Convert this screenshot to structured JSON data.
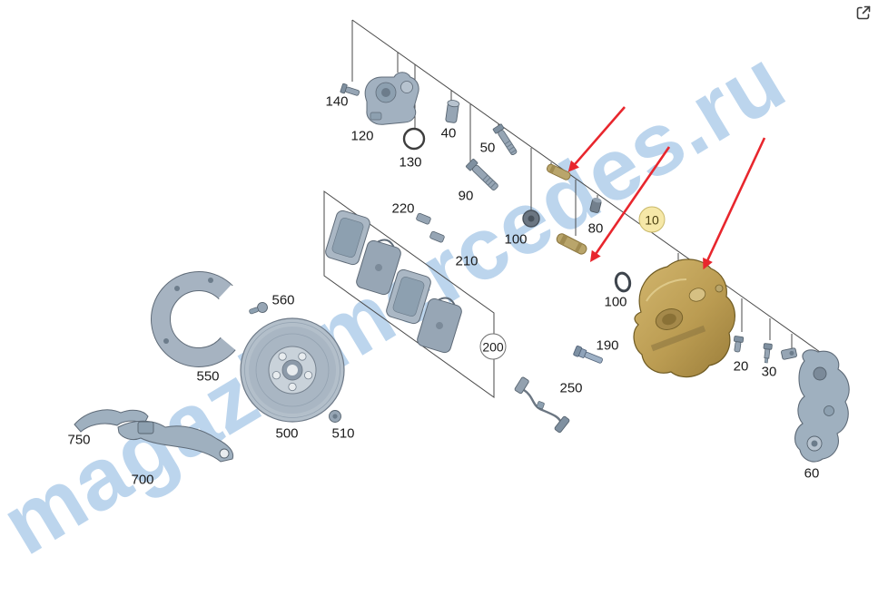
{
  "page": {
    "watermark": "magazinmercedes.ru"
  },
  "diagram": {
    "labels": [
      {
        "text": "140"
      },
      {
        "text": "120"
      },
      {
        "text": "130"
      },
      {
        "text": "40"
      },
      {
        "text": "50"
      },
      {
        "text": "90"
      },
      {
        "text": "100"
      },
      {
        "text": "220"
      },
      {
        "text": "210"
      },
      {
        "text": "80"
      },
      {
        "text": "100"
      },
      {
        "text": "190"
      },
      {
        "text": "250"
      },
      {
        "text": "20"
      },
      {
        "text": "30"
      },
      {
        "text": "60"
      },
      {
        "text": "560"
      },
      {
        "text": "550"
      },
      {
        "text": "500"
      },
      {
        "text": "510"
      },
      {
        "text": "750"
      },
      {
        "text": "700"
      }
    ],
    "callouts": [
      {
        "text": "10"
      },
      {
        "text": "200"
      }
    ],
    "colors": {
      "arrow_red": "#e8262d",
      "callout_highlight_fill": "#f6e8a8",
      "callout_highlight_border": "#c9b96a",
      "watermark_blue": "#aecdea",
      "caliper_gold": "#bb9c52",
      "part_gray": "#9fb0bf",
      "line_gray": "#4a4a4a"
    }
  }
}
